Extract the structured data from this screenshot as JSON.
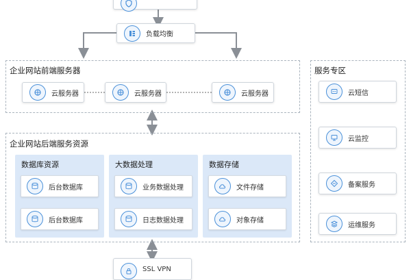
{
  "top_node": {
    "label": ""
  },
  "load_balancer": {
    "label": "负载均衡"
  },
  "frontend": {
    "title": "企业网站前端服务器",
    "servers": [
      {
        "label": "云服务器"
      },
      {
        "label": "云服务器"
      },
      {
        "label": "云服务器"
      }
    ]
  },
  "backend": {
    "title": "企业网站后端服务资源",
    "columns": [
      {
        "title": "数据库资源",
        "items": [
          {
            "label": "后台数据库"
          },
          {
            "label": "后台数据库"
          }
        ]
      },
      {
        "title": "大数据处理",
        "items": [
          {
            "label": "业务数据处理"
          },
          {
            "label": "日志数据处理"
          }
        ]
      },
      {
        "title": "数据存储",
        "items": [
          {
            "label": "文件存储"
          },
          {
            "label": "对象存储"
          }
        ]
      }
    ]
  },
  "service_zone": {
    "title": "服务专区",
    "items": [
      {
        "label": "云短信"
      },
      {
        "label": "云监控"
      },
      {
        "label": "备案服务"
      },
      {
        "label": "运维服务"
      }
    ]
  },
  "vpn": {
    "label": "SSL VPN"
  },
  "colors": {
    "accent": "#4a90d9",
    "sub_bg": "#dbe8f8",
    "connector": "#8a8f96"
  }
}
